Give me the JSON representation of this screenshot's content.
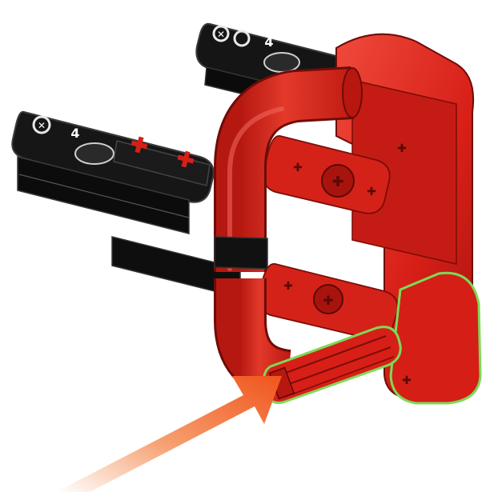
{
  "figure": {
    "description_kind": "building-instruction-step",
    "colors": {
      "red_part": "#d71f17",
      "red_dark": "#9d120d",
      "red_light": "#ef4a3c",
      "black_part": "#161616",
      "black_edge": "#3a3a3a",
      "highlight": "#7ed957",
      "arrow_start": "#ffffff",
      "arrow_end": "#f0541c"
    },
    "parts": [
      {
        "name": "black-beam-top",
        "color": "black",
        "marking": "4"
      },
      {
        "name": "black-beam-left",
        "color": "black",
        "marking": "4"
      },
      {
        "name": "red-curved-tube",
        "color": "red"
      },
      {
        "name": "red-connector-block",
        "color": "red"
      },
      {
        "name": "red-axle-new-part",
        "color": "red",
        "highlighted": true
      }
    ],
    "arrow": {
      "direction": "up-right",
      "points_to": "red-axle-new-part"
    }
  }
}
